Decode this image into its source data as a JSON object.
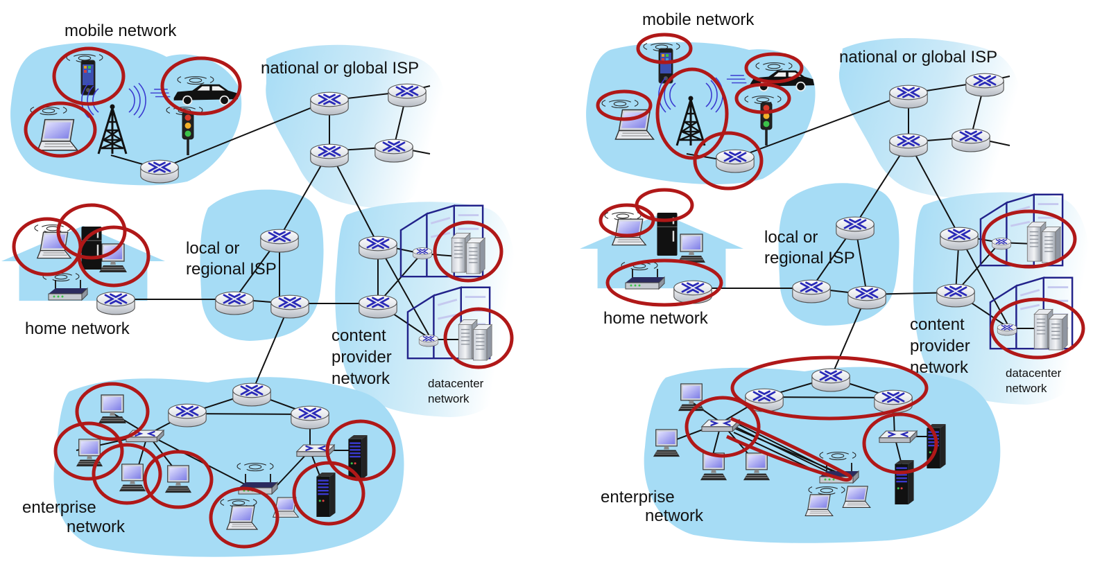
{
  "colors": {
    "cloud": "#a6dcf5",
    "highlight": "#b01818",
    "router_x": "#2a2ab8"
  },
  "left": {
    "mobile_network": "mobile network",
    "global_isp": "national or global ISP",
    "regional_isp_1": "local or",
    "regional_isp_2": "regional ISP",
    "home_network": "home network",
    "content_1": "content",
    "content_2": "provider",
    "content_3": "network",
    "datacenter_1": "datacenter",
    "datacenter_2": "network",
    "enterprise_1": "enterprise",
    "enterprise_2": "network"
  },
  "right": {
    "mobile_network": "mobile network",
    "global_isp": "national or global ISP",
    "regional_isp_1": "local or",
    "regional_isp_2": "regional ISP",
    "home_network": "home network",
    "content_1": "content",
    "content_2": "provider",
    "content_3": "network",
    "datacenter_1": "datacenter",
    "datacenter_2": "network",
    "enterprise_1": "enterprise",
    "enterprise_2": "network"
  }
}
